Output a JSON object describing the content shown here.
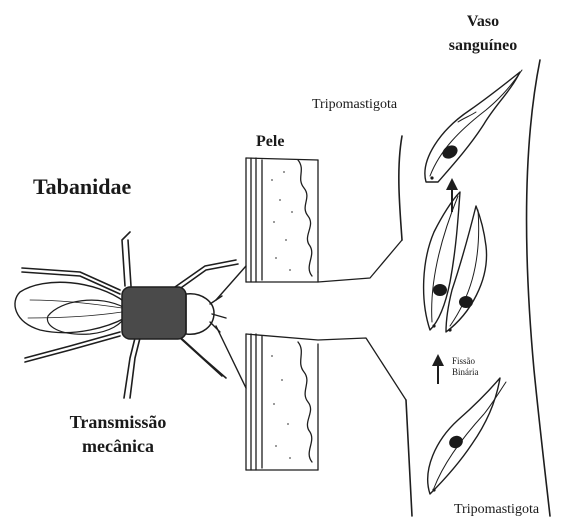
{
  "labels": {
    "insect": "Tabanidae",
    "transmission_line1": "Transmissão",
    "transmission_line2": "mecânica",
    "skin": "Pele",
    "vessel_line1": "Vaso",
    "vessel_line2": "sanguíneo",
    "tripo_top": "Tripomastigota",
    "tripo_bottom": "Tripomastigota",
    "fission_line1": "Fissão",
    "fission_line2": "Binária"
  },
  "colors": {
    "ink": "#1e1e1e",
    "insect_body": "#4a4a4a",
    "nucleus": "#1a1a1a",
    "background": "#ffffff"
  }
}
